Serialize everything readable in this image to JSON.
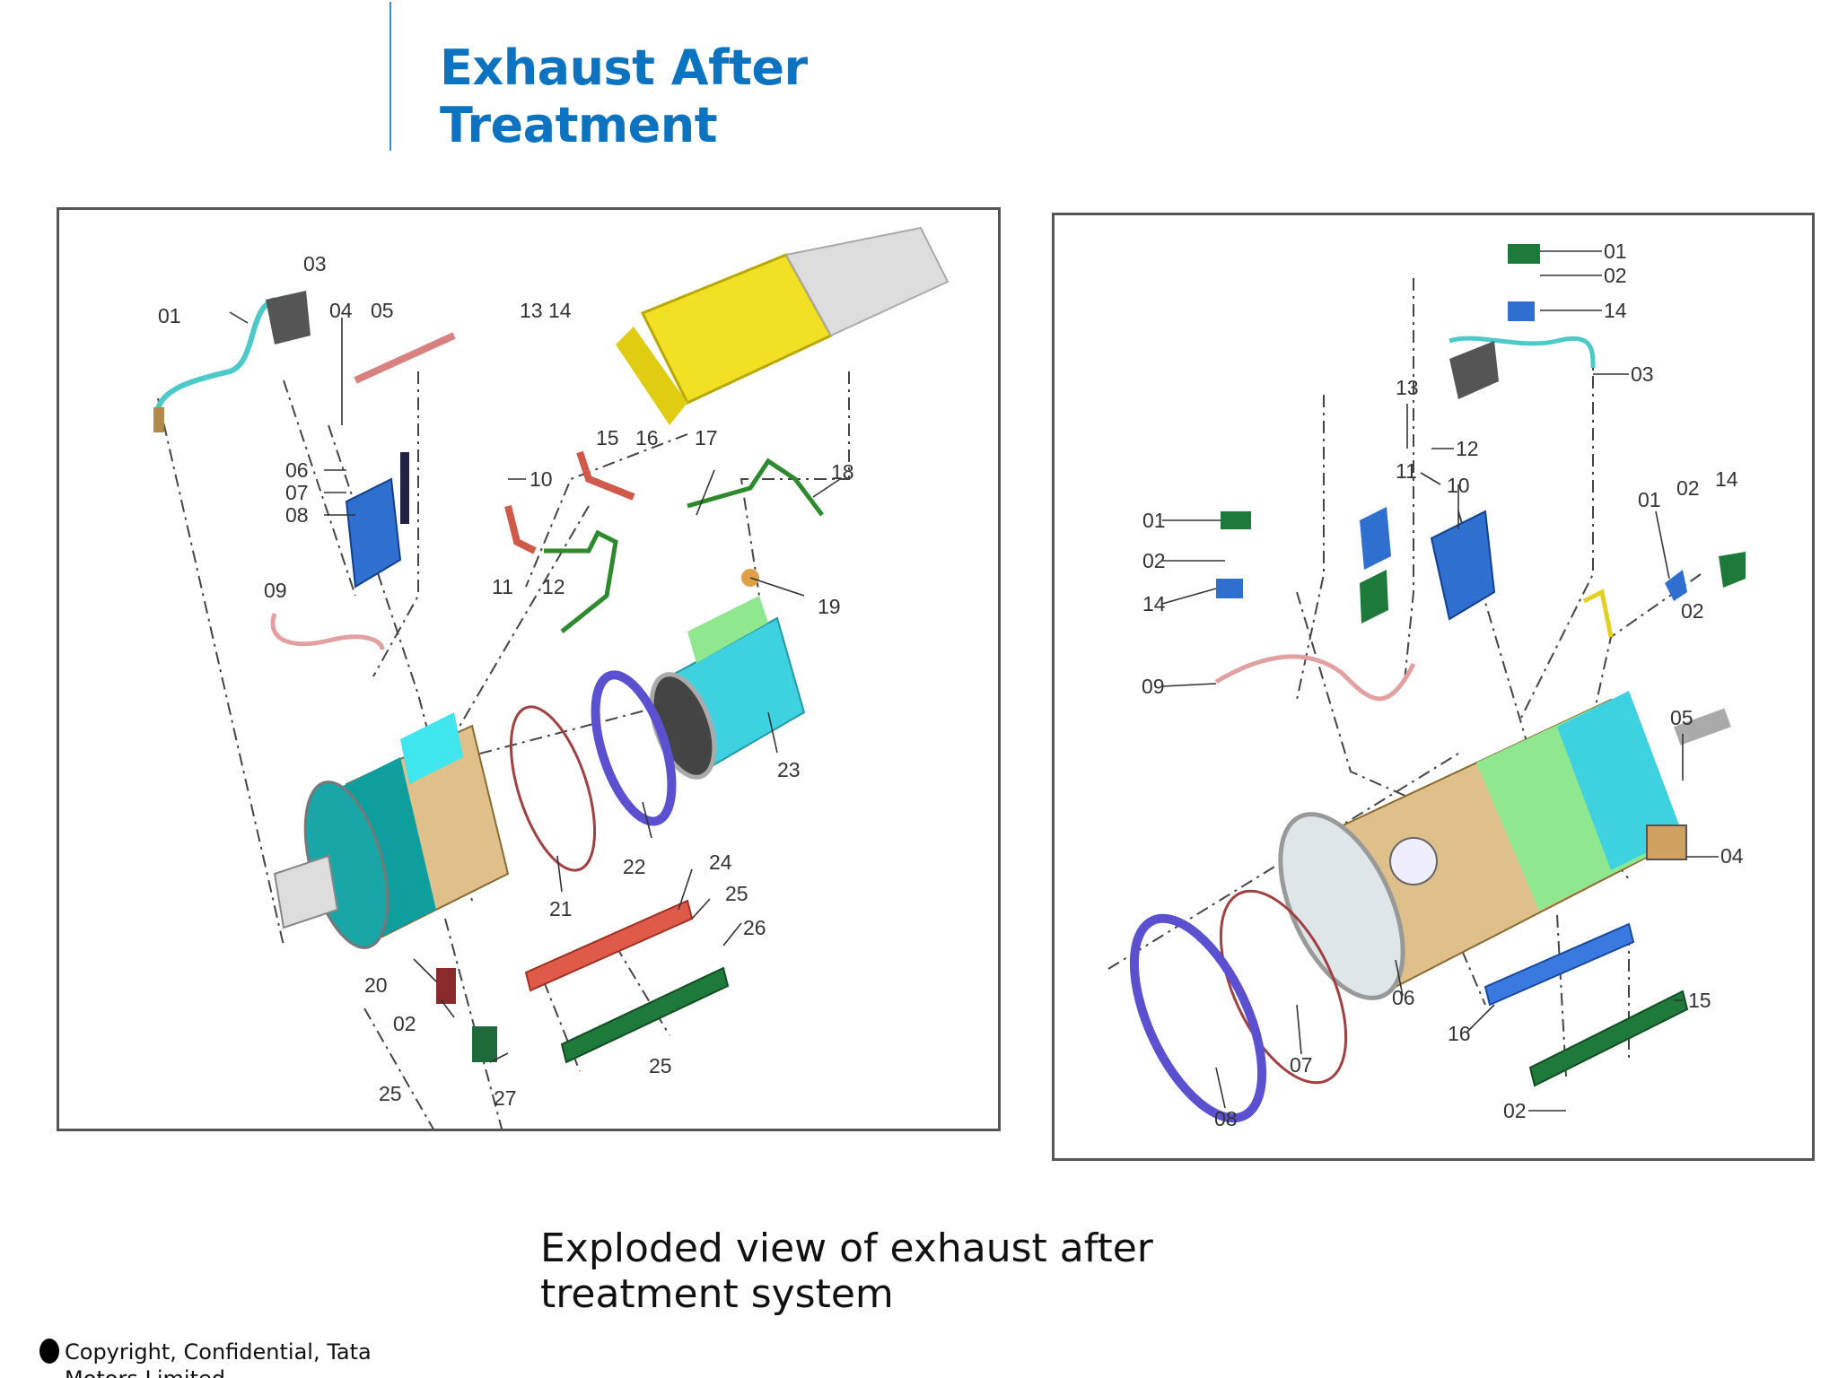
{
  "slide": {
    "title_line1": "Exhaust After",
    "title_line2": "Treatment",
    "caption_line1": "Exploded view of exhaust after",
    "caption_line2": "treatment system",
    "footer_text": "Copyright, Confidential, Tata Motors Limited",
    "colors": {
      "title": "#0b73c0",
      "accent_rule": "#3a8fd0",
      "panel_border": "#555555"
    }
  },
  "left_diagram": {
    "callouts": [
      "01",
      "03",
      "04",
      "05",
      "13",
      "14",
      "06",
      "07",
      "08",
      "10",
      "15",
      "16",
      "17",
      "18",
      "09",
      "11",
      "12",
      "19",
      "23",
      "20",
      "21",
      "22",
      "24",
      "25",
      "26",
      "02",
      "25",
      "25",
      "27"
    ]
  },
  "right_diagram": {
    "callouts": [
      "01",
      "02",
      "14",
      "03",
      "13",
      "12",
      "11",
      "10",
      "01",
      "02",
      "14",
      "01",
      "02",
      "14",
      "02",
      "09",
      "05",
      "04",
      "06",
      "07",
      "08",
      "16",
      "15",
      "02"
    ]
  }
}
